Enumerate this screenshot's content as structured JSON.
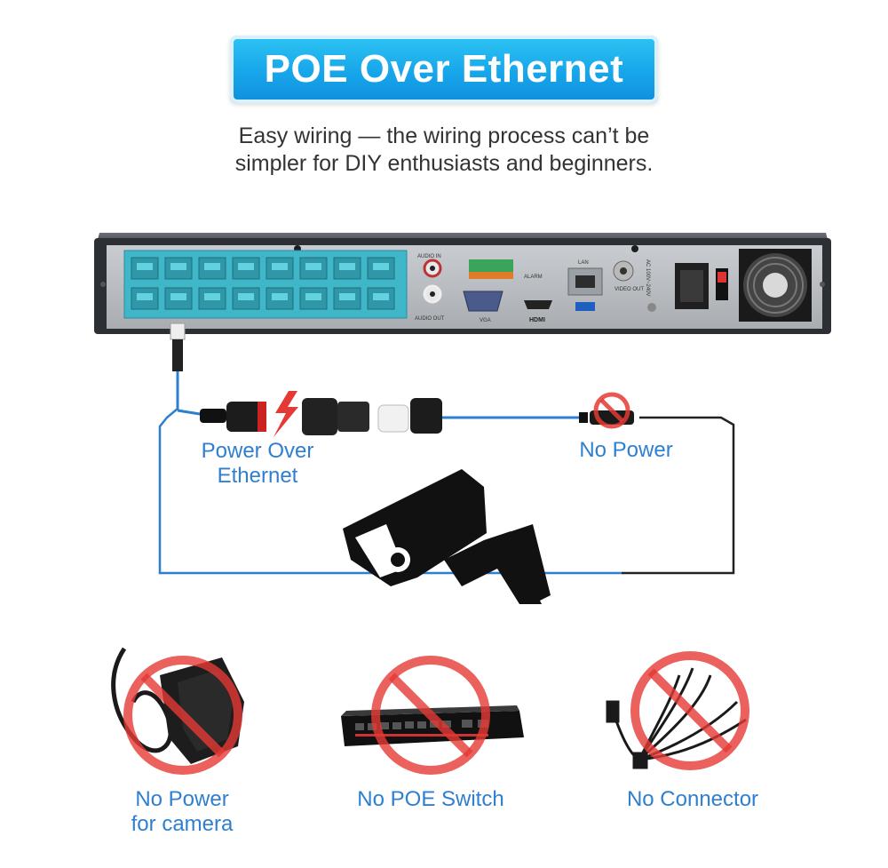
{
  "title": "POE Over Ethernet",
  "subtitle": {
    "line1": "Easy wiring — the wiring process can’t be",
    "line2": "simpler for DIY enthusiasts and beginners."
  },
  "nvr_labels": {
    "audio_in": "AUDIO IN",
    "audio_out": "AUDIO OUT",
    "alarm": "ALARM",
    "vga": "VGA",
    "hdmi": "HDMI",
    "lan": "LAN",
    "video_out": "VIDEO OUT",
    "power_rating": "AC 100V~240V"
  },
  "diagram_labels": {
    "poe": "Power Over Ethernet",
    "no_power": "No Power"
  },
  "bottom_items": [
    {
      "label_line1": "No Power",
      "label_line2": "for camera",
      "icon": "power-adapter-icon"
    },
    {
      "label_line1": "No POE Switch",
      "label_line2": "",
      "icon": "poe-switch-icon"
    },
    {
      "label_line1": "No Connector",
      "label_line2": "",
      "icon": "splitter-cable-icon"
    }
  ],
  "colors": {
    "banner": "#17a6ea",
    "label_blue": "#2f7fd0",
    "prohibit_red": "#e53935",
    "port_cyan": "#3fb7c9",
    "nvr_body": "#2c2f33"
  }
}
